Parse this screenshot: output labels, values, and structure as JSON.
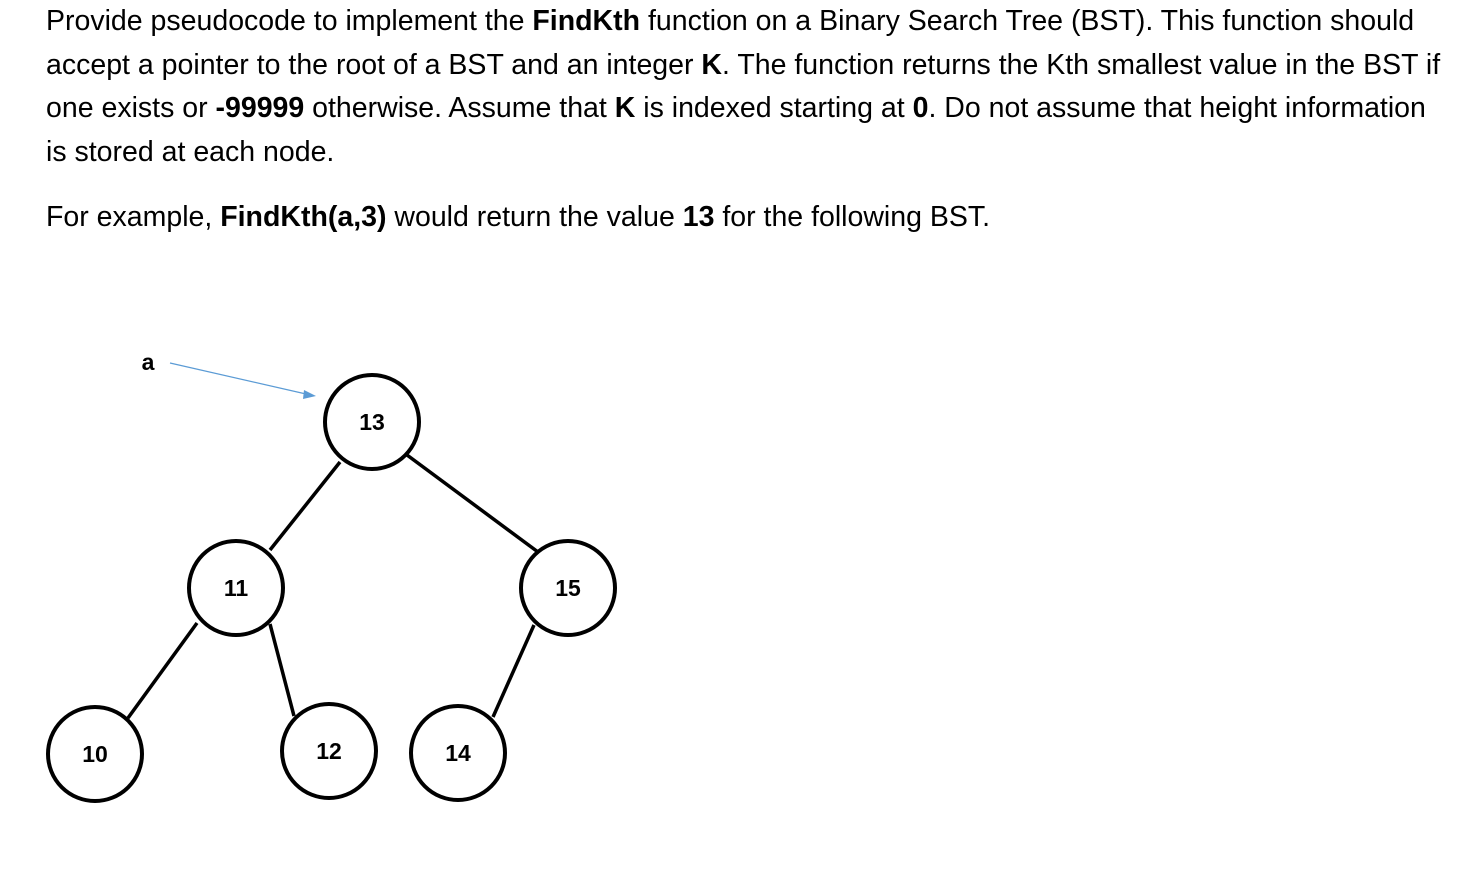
{
  "question": {
    "p1": [
      {
        "text": "Provide pseudocode to implement the ",
        "bold": false
      },
      {
        "text": "FindKth",
        "bold": true
      },
      {
        "text": " function on a Binary Search Tree (BST). This function should accept a pointer to the root of a BST and an integer ",
        "bold": false
      },
      {
        "text": "K",
        "bold": true
      },
      {
        "text": ". The function returns the Kth smallest value in the BST if one exists or ",
        "bold": false
      },
      {
        "text": "-99999",
        "bold": true
      },
      {
        "text": " otherwise. Assume that ",
        "bold": false
      },
      {
        "text": "K",
        "bold": true
      },
      {
        "text": " is indexed starting at ",
        "bold": false
      },
      {
        "text": "0",
        "bold": true
      },
      {
        "text": ". Do not assume that height information is stored at each node.",
        "bold": false
      }
    ],
    "p2": [
      {
        "text": "For example, ",
        "bold": false
      },
      {
        "text": "FindKth(a,3)",
        "bold": true
      },
      {
        "text": " would return the value ",
        "bold": false
      },
      {
        "text": "13",
        "bold": true
      },
      {
        "text": " for the following BST.",
        "bold": false
      }
    ]
  },
  "tree": {
    "pointer_label": "a",
    "nodes": [
      {
        "id": "n13",
        "label": "13"
      },
      {
        "id": "n11",
        "label": "11"
      },
      {
        "id": "n15",
        "label": "15"
      },
      {
        "id": "n10",
        "label": "10"
      },
      {
        "id": "n12",
        "label": "12"
      },
      {
        "id": "n14",
        "label": "14"
      }
    ],
    "edges": [
      {
        "from": "n13",
        "to": "n11"
      },
      {
        "from": "n13",
        "to": "n15"
      },
      {
        "from": "n11",
        "to": "n10"
      },
      {
        "from": "n11",
        "to": "n12"
      },
      {
        "from": "n15",
        "to": "n14"
      }
    ],
    "colors": {
      "node_stroke": "#000000",
      "node_fill": "#ffffff",
      "edge": "#000000",
      "pointer_arrow": "#5b9bd5"
    }
  }
}
